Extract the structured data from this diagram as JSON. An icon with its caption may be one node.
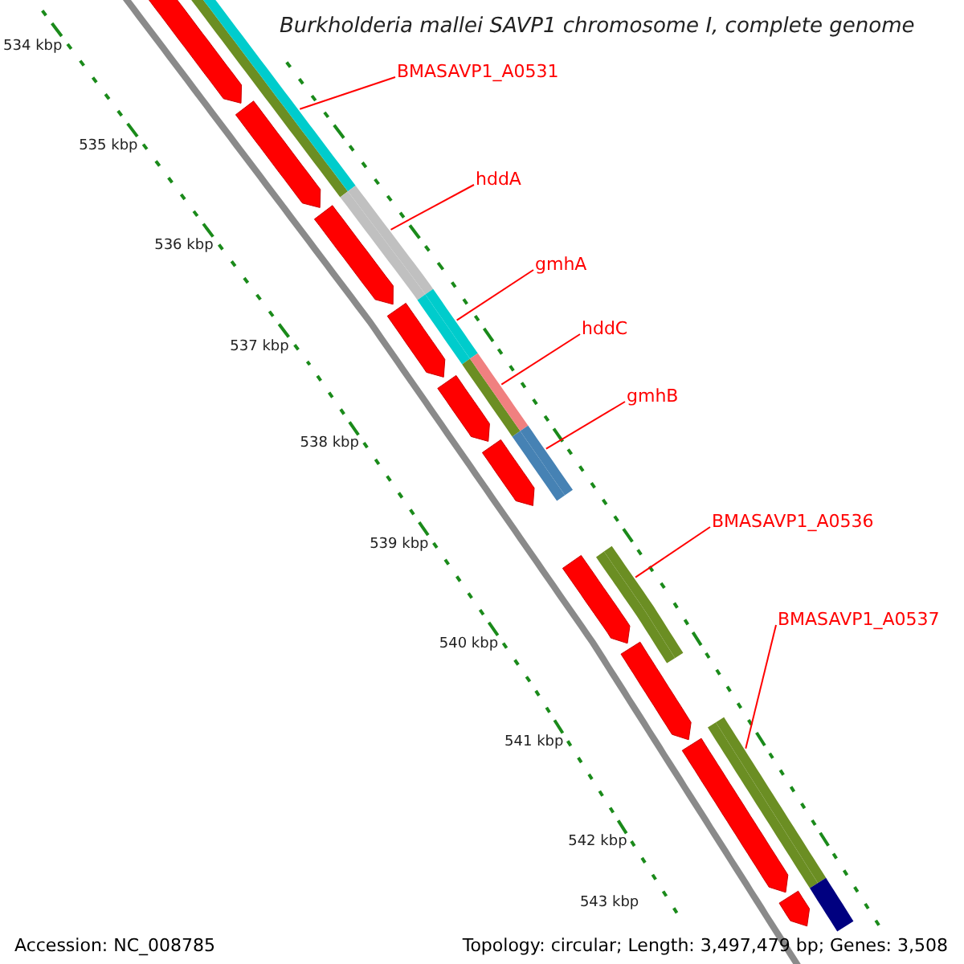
{
  "diagram": {
    "title": "Burkholderia mallei SAVP1 chromosome I, complete genome",
    "nodes": [
      {
        "text": [
          "BMASAVP1_A0531"
        ]
      },
      {
        "text": [
          "hddA"
        ]
      },
      {
        "text": [
          "gmhA"
        ]
      },
      {
        "text": [
          "hddC"
        ]
      },
      {
        "text": [
          "gmhB"
        ]
      },
      {
        "text": [
          "BMASAVP1_A0536"
        ]
      },
      {
        "text": [
          "BMASAVP1_A0537"
        ]
      },
      {
        "text": [],
        "shape": "bar"
      },
      {
        "text": [],
        "shape": "bar"
      },
      {
        "text": [],
        "shape": "bar"
      },
      {
        "text": [],
        "shape": "bar"
      },
      {
        "text": [],
        "shape": "bar"
      },
      {
        "text": [],
        "shape": "bar"
      },
      {
        "text": [],
        "shape": "bar"
      },
      {
        "text": [],
        "shape": "bar"
      },
      {
        "text": [],
        "shape": "bar"
      },
      {
        "text": [],
        "shape": "bar"
      },
      {
        "text": [],
        "shape": "bar"
      },
      {
        "text": [],
        "shape": "bar"
      },
      {
        "text": [],
        "shape": "bar"
      },
      {
        "text": [],
        "shape": "bar"
      },
      {
        "text": [],
        "shape": "bar"
      },
      {
        "text": [],
        "shape": "bar"
      },
      {
        "text": [],
        "shape": "bar"
      },
      {
        "text": [],
        "shape": "bar"
      }
    ],
    "edges": [
      {
        "from": 0,
        "to": 7,
        "arrow": "none"
      },
      {
        "from": 1,
        "to": 8,
        "arrow": "none"
      },
      {
        "from": 2,
        "to": 9,
        "arrow": "none"
      },
      {
        "from": 3,
        "to": 10,
        "arrow": "none"
      },
      {
        "from": 4,
        "to": 11,
        "arrow": "none"
      },
      {
        "from": 5,
        "to": 12,
        "arrow": "none"
      },
      {
        "from": 6,
        "to": 13,
        "arrow": "none"
      }
    ],
    "labels": [
      "534 kbp",
      "535 kbp",
      "536 kbp",
      "537 kbp",
      "538 kbp",
      "539 kbp",
      "540 kbp",
      "541 kbp",
      "542 kbp",
      "543 kbp",
      "Accession: NC_008785",
      "Topology: circular; Length: 3,497,479 bp; Genes: 3,508"
    ]
  }
}
